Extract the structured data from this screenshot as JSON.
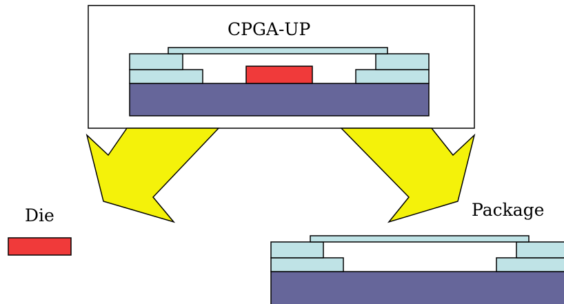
{
  "diagram": {
    "title": "CPGA-UP",
    "die_label": "Die",
    "package_label": "Package"
  },
  "colors": {
    "die": "#f03a3a",
    "substrate": "#66669a",
    "layer": "#bfe3e6",
    "arrow": "#f4f20a",
    "outline": "#000000",
    "background": "#ffffff"
  }
}
